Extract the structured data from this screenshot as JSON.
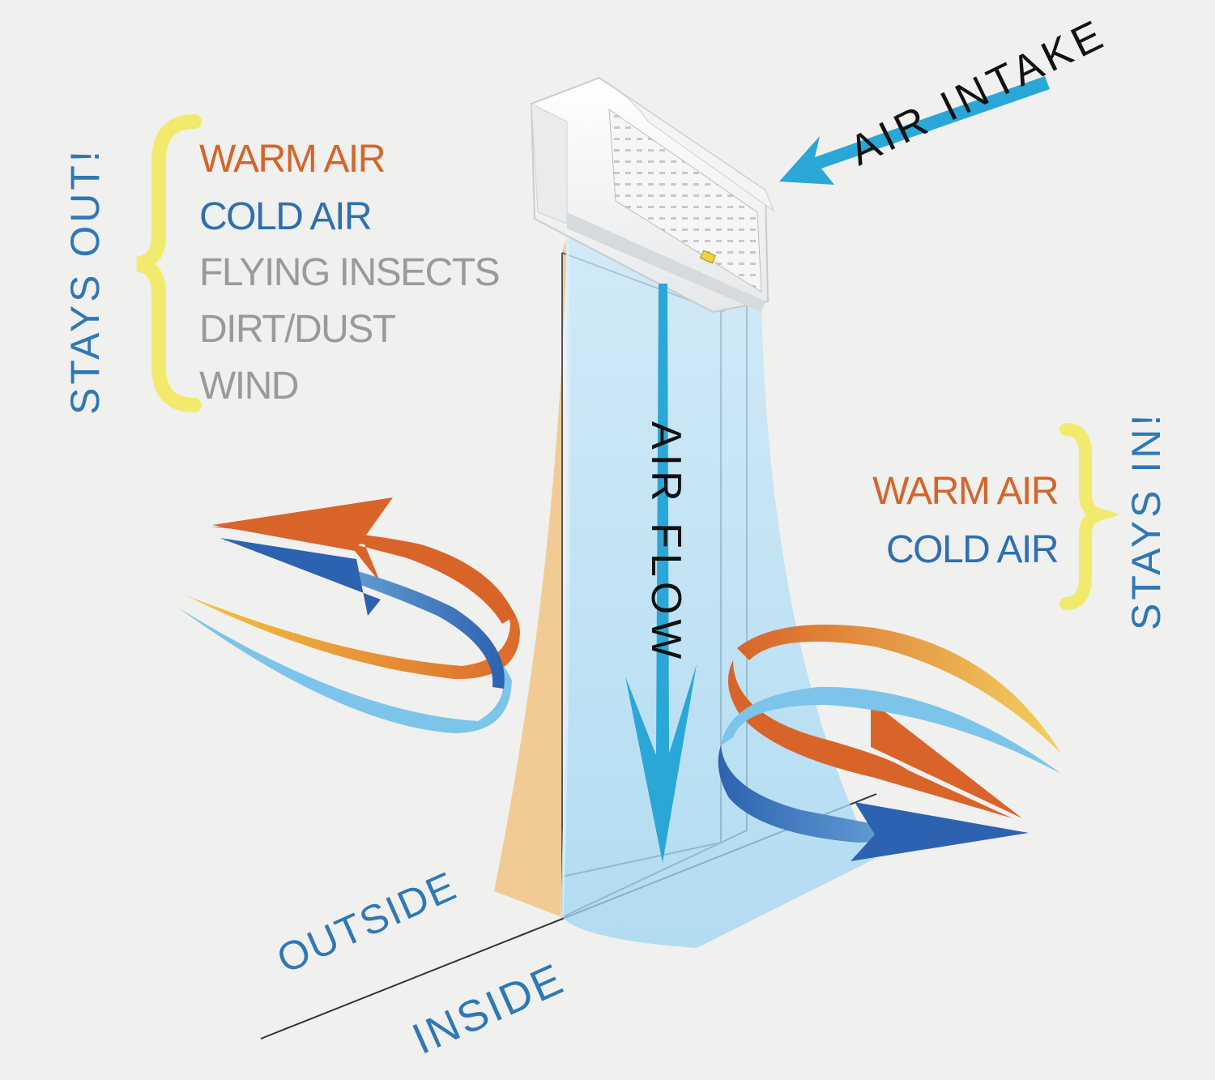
{
  "labels": {
    "stays_out": "STAYS OUT!",
    "stays_in": "STAYS IN!",
    "air_intake": "AIR INTAKE",
    "air_flow": "AIR FLOW",
    "outside": "OUTSIDE",
    "inside": "INSIDE"
  },
  "stays_out_list": [
    {
      "text": "WARM AIR",
      "color": "#d4652a"
    },
    {
      "text": "COLD AIR",
      "color": "#2f6fb0"
    },
    {
      "text": "FLYING INSECTS",
      "color": "#9a9a9a"
    },
    {
      "text": "DIRT/DUST",
      "color": "#9a9a9a"
    },
    {
      "text": "WIND",
      "color": "#9a9a9a"
    }
  ],
  "stays_in_list": [
    {
      "text": "WARM AIR",
      "color": "#d4652a"
    },
    {
      "text": "COLD AIR",
      "color": "#2f6fb0"
    }
  ],
  "colors": {
    "heading_blue": "#2f78b6",
    "brace_yellow": "#f2ea6c",
    "arrow_cyan": "#2aa7d6",
    "warm_orange": "#d8642a",
    "warm_yellow": "#f0b43c",
    "cold_blue": "#2d62b0",
    "cold_light": "#7cc4ea",
    "outside_tint": "#f2c78a",
    "curtain_blue": "#aadcf5"
  },
  "icons": [
    "air-curtain-unit-icon",
    "air-intake-arrow-icon",
    "air-flow-arrow-icon",
    "left-yellow-brace-icon",
    "right-yellow-brace-icon"
  ]
}
